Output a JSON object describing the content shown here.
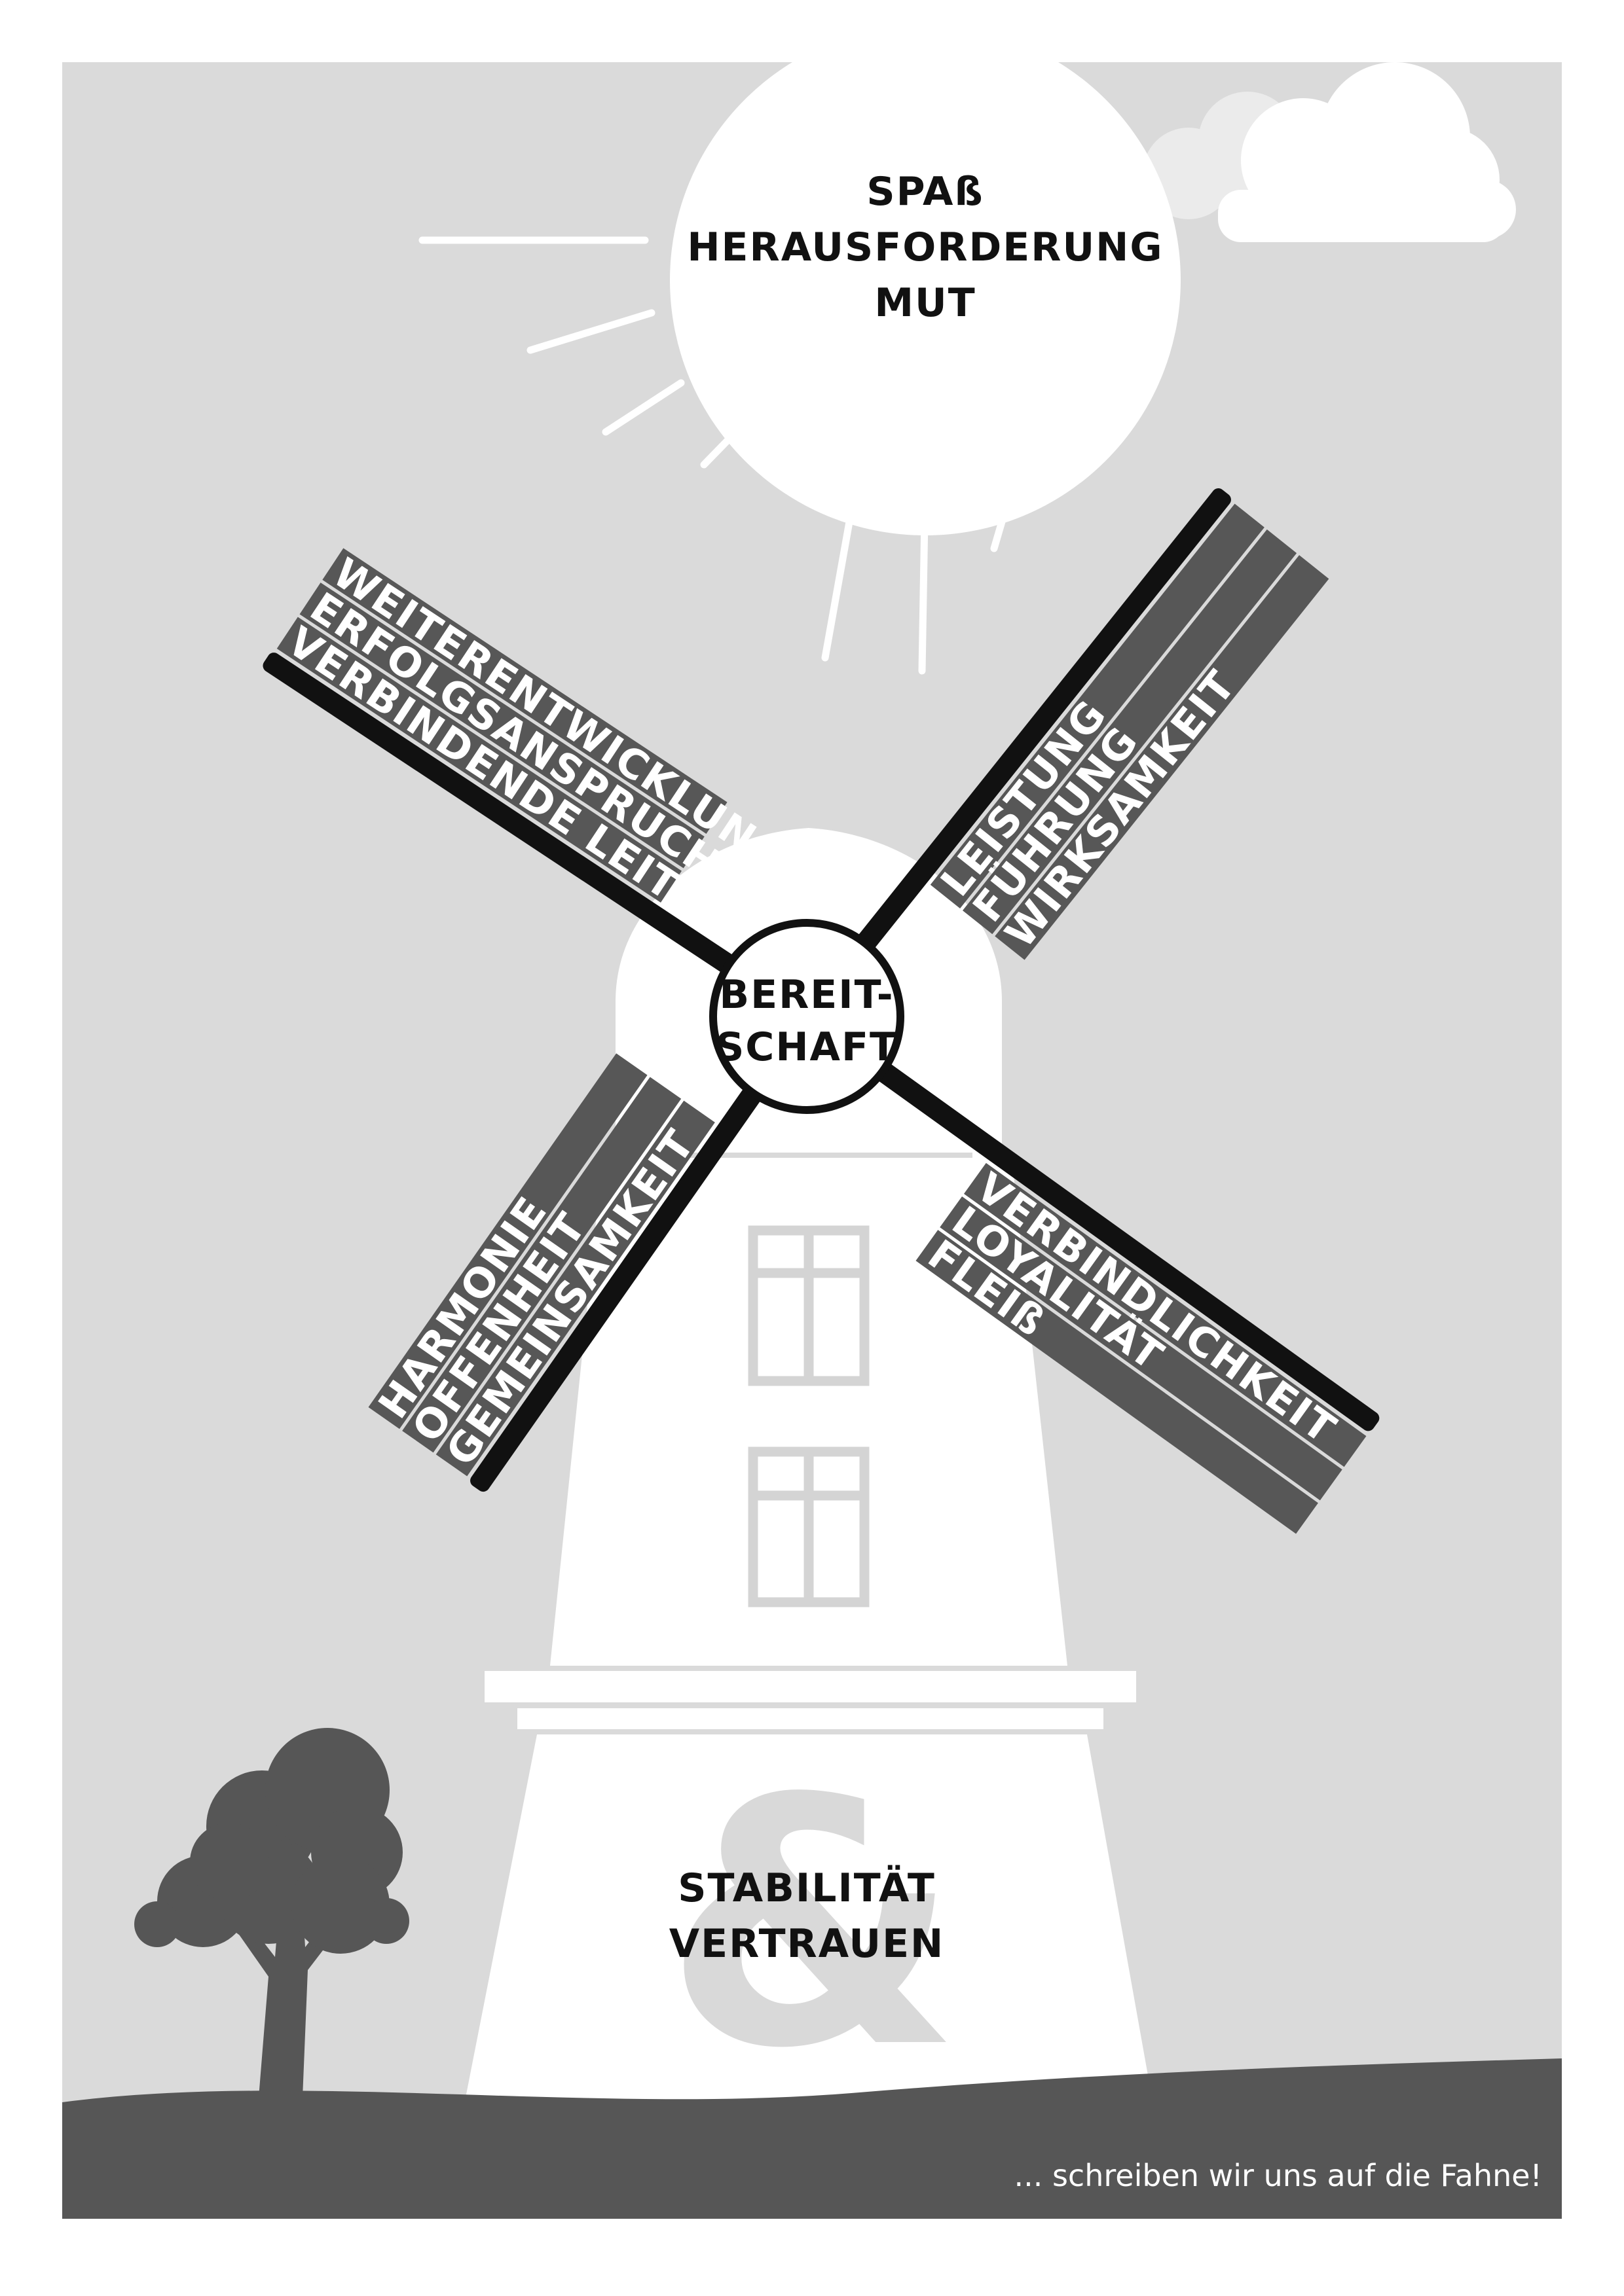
{
  "sun": {
    "lines": [
      "SPAß",
      "HERAUSFORDERUNG",
      "MUT"
    ]
  },
  "hub": {
    "lines": [
      "BEREIT-",
      "SCHAFT"
    ]
  },
  "blades": {
    "top_left": [
      "WEITERENTWICKLUNG",
      "ERFOLGSANSPRUCH",
      "VERBINDENDE LEITLINIEN"
    ],
    "top_right": [
      "LEISTUNG",
      "FÜHRUNG",
      "WIRKSAMKEIT"
    ],
    "bottom_left": [
      "HARMONIE",
      "OFFENHEIT",
      "GEMEINSAMKEIT"
    ],
    "bottom_right": [
      "VERBINDLICHKEIT",
      "LOYALITÄT",
      "FLEIß"
    ]
  },
  "base": {
    "lines": [
      "STABILITÄT",
      "VERTRAUEN"
    ],
    "ampersand": "&"
  },
  "tagline": "... schreiben wir uns auf die Fahne!",
  "colors": {
    "sky": "#dadada",
    "sail": "#575757",
    "spar": "#111111",
    "ground": "#565656",
    "ampersand": "#d9d9d9",
    "mill": "#ffffff"
  }
}
